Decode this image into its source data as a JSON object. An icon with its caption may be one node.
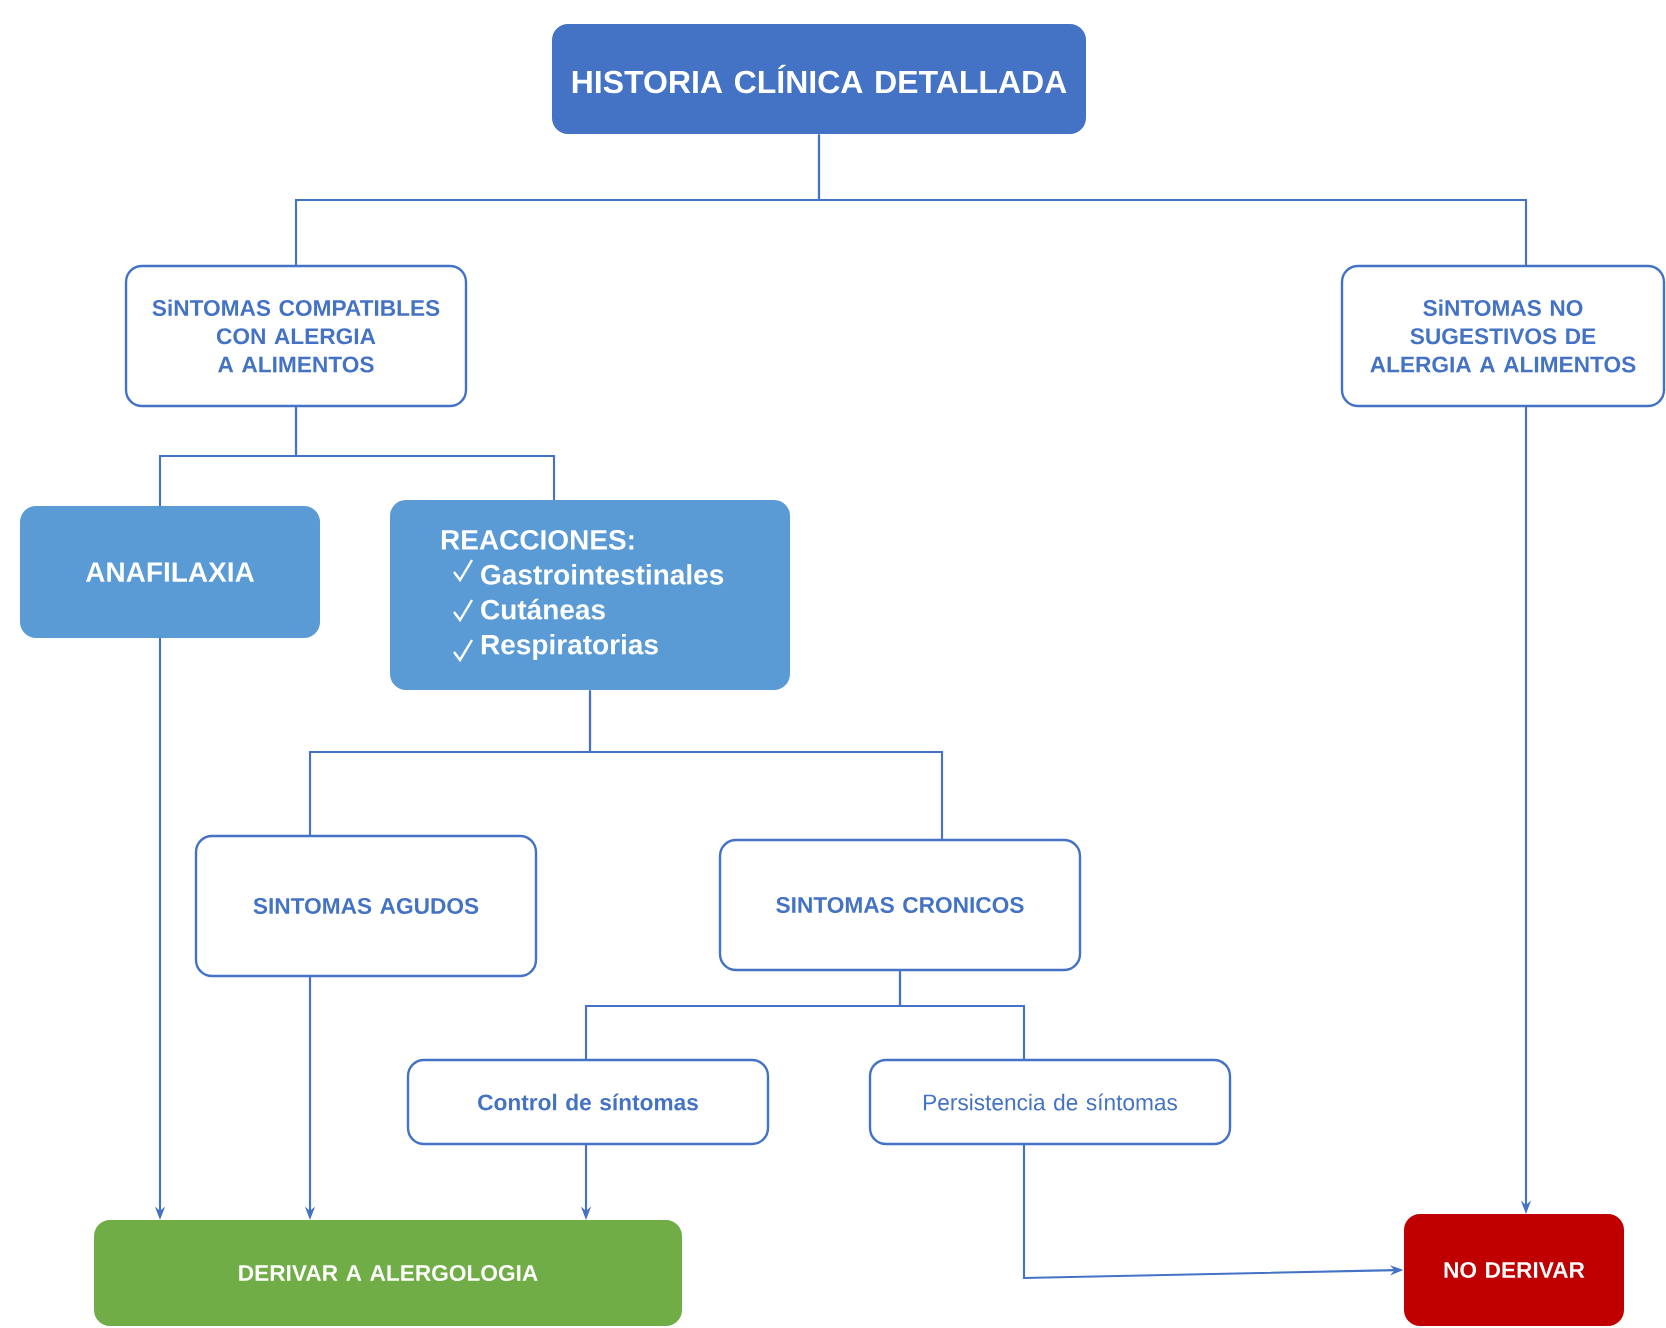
{
  "diagram": {
    "nodes": [
      {
        "text": [
          "HISTORIA CLÍNICA DETALLADA"
        ]
      },
      {
        "text": [
          "SiNTOMAS COMPATIBLES CON ALERGIA A ALIMENTOS"
        ]
      },
      {
        "text": [
          "SiNTOMAS NO SUGESTIVOS DE ALERGIA A ALIMENTOS"
        ]
      },
      {
        "text": [
          "ANAFILAXIA"
        ]
      },
      {
        "text": [
          "REACCIONES:",
          "Gastrointestinales",
          "Cutáneas",
          "Respiratorias"
        ]
      },
      {
        "text": [
          "SINTOMAS AGUDOS"
        ]
      },
      {
        "text": [
          "SINTOMAS CRONICOS"
        ]
      },
      {
        "text": [
          "Control de síntomas"
        ]
      },
      {
        "text": [
          "Persistencia de síntomas"
        ]
      },
      {
        "text": [
          "DERIVAR A ALERGOLOGIA"
        ]
      },
      {
        "text": [
          "NO DERIVAR"
        ]
      }
    ],
    "edges": [
      {
        "from": 0,
        "to": 1,
        "arrow": "none"
      },
      {
        "from": 0,
        "to": 2,
        "arrow": "none"
      },
      {
        "from": 1,
        "to": 3,
        "arrow": "none"
      },
      {
        "from": 1,
        "to": 4,
        "arrow": "none"
      },
      {
        "from": 4,
        "to": 5,
        "arrow": "none"
      },
      {
        "from": 4,
        "to": 6,
        "arrow": "none"
      },
      {
        "from": 6,
        "to": 7,
        "arrow": "none"
      },
      {
        "from": 6,
        "to": 8,
        "arrow": "none"
      },
      {
        "from": 3,
        "to": 9,
        "arrow": "to"
      },
      {
        "from": 5,
        "to": 9,
        "arrow": "to"
      },
      {
        "from": 7,
        "to": 9,
        "arrow": "to"
      },
      {
        "from": 8,
        "to": 10,
        "arrow": "to"
      },
      {
        "from": 2,
        "to": 10,
        "arrow": "to"
      }
    ]
  }
}
